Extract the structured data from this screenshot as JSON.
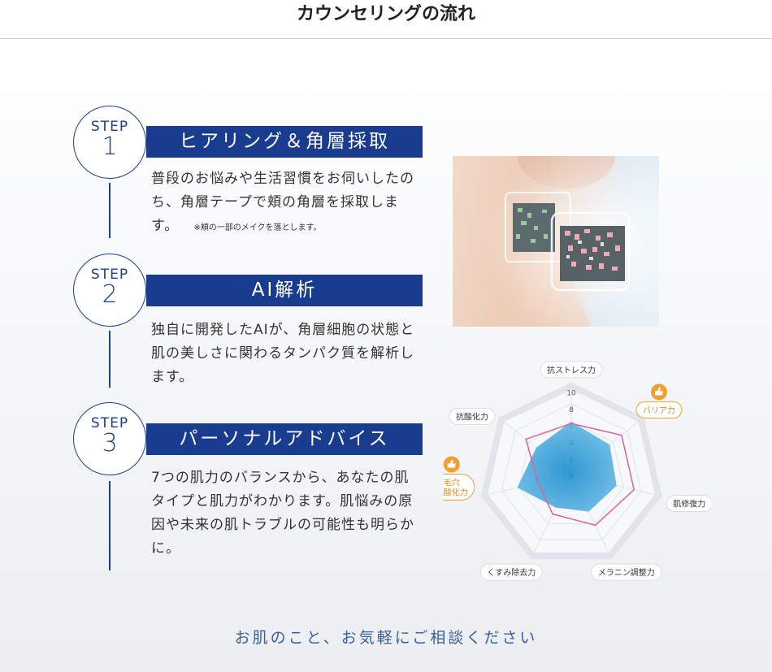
{
  "page_title": "カウンセリングの流れ",
  "steps": [
    {
      "label": "STEP",
      "number": "1",
      "title": "ヒアリング＆角層採取",
      "text": "普段のお悩みや生活習慣をお伺いしたのち、角層テープで頬の角層を採取します。",
      "note": "※頬の一部のメイクを落とします。"
    },
    {
      "label": "STEP",
      "number": "2",
      "title": "AI解析",
      "text": "独自に開発したAIが、角層細胞の状態と肌の美しさに関わるタンパク質を解析します。"
    },
    {
      "label": "STEP",
      "number": "3",
      "title": "パーソナルアドバイス",
      "text": "7つの肌力のバランスから、あなたの肌タイプと肌力がわかります。肌悩みの原因や未来の肌トラブルの可能性も明らかに。"
    }
  ],
  "radar": {
    "axes": [
      "抗ストレス力",
      "バリア力",
      "肌修復力",
      "メラニン調整力",
      "くすみ除去力",
      "毛穴\n抗酸化力",
      "抗酸化力"
    ],
    "highlighted": [
      false,
      true,
      false,
      false,
      false,
      true,
      false
    ],
    "ticks": [
      "10",
      "8",
      "6",
      "4",
      "2",
      "0"
    ],
    "colors": {
      "fill": "#1c9ad6",
      "line": "#e0609a",
      "accent": "#f0a030"
    }
  },
  "footer": "お肌のこと、お気軽にご相談ください"
}
